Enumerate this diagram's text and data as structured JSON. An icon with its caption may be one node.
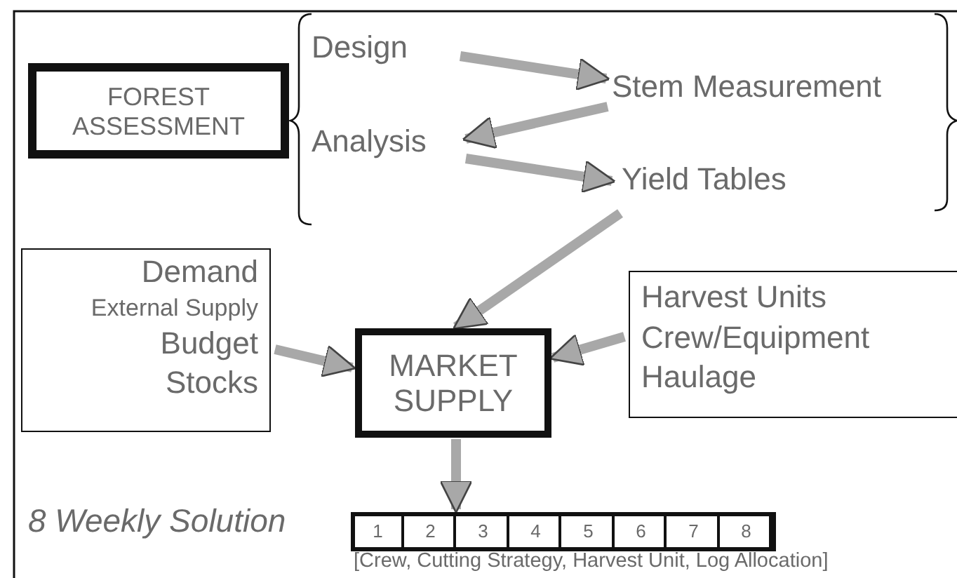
{
  "diagram": {
    "nodes": [
      {
        "text": [
          "FOREST ASSESSMENT"
        ]
      },
      {
        "text": [
          "Design"
        ]
      },
      {
        "text": [
          "Stem Measurement"
        ]
      },
      {
        "text": [
          "Analysis"
        ]
      },
      {
        "text": [
          "Yield Tables"
        ]
      },
      {
        "text": [
          "Demand",
          "External Supply",
          "Budget",
          "Stocks"
        ]
      },
      {
        "text": [
          "MARKET SUPPLY"
        ]
      },
      {
        "text": [
          "Harvest Units",
          "Crew/Equipment",
          "Haulage"
        ]
      },
      {
        "text": [],
        "shape": "box"
      },
      {
        "text": [
          "1"
        ],
        "in": 8
      },
      {
        "text": [
          "2"
        ],
        "in": 8
      },
      {
        "text": [
          "3"
        ],
        "in": 8
      },
      {
        "text": [
          "4"
        ],
        "in": 8
      },
      {
        "text": [
          "5"
        ],
        "in": 8
      },
      {
        "text": [
          "6"
        ],
        "in": 8
      },
      {
        "text": [
          "7"
        ],
        "in": 8
      },
      {
        "text": [
          "8"
        ],
        "in": 8
      }
    ],
    "edges": [
      {
        "from": 1,
        "to": 2,
        "arrow": "to"
      },
      {
        "from": 2,
        "to": 3,
        "arrow": "to"
      },
      {
        "from": 3,
        "to": 4,
        "arrow": "to"
      },
      {
        "from": 4,
        "to": 6,
        "arrow": "to"
      },
      {
        "from": 5,
        "to": 6,
        "arrow": "to"
      },
      {
        "from": 7,
        "to": 6,
        "arrow": "to"
      },
      {
        "from": 6,
        "to": 8,
        "arrow": "to"
      }
    ],
    "labels": [
      "8 Weekly Solution",
      "[Crew, Cutting Strategy, Harvest Unit, Log Allocation]"
    ]
  }
}
